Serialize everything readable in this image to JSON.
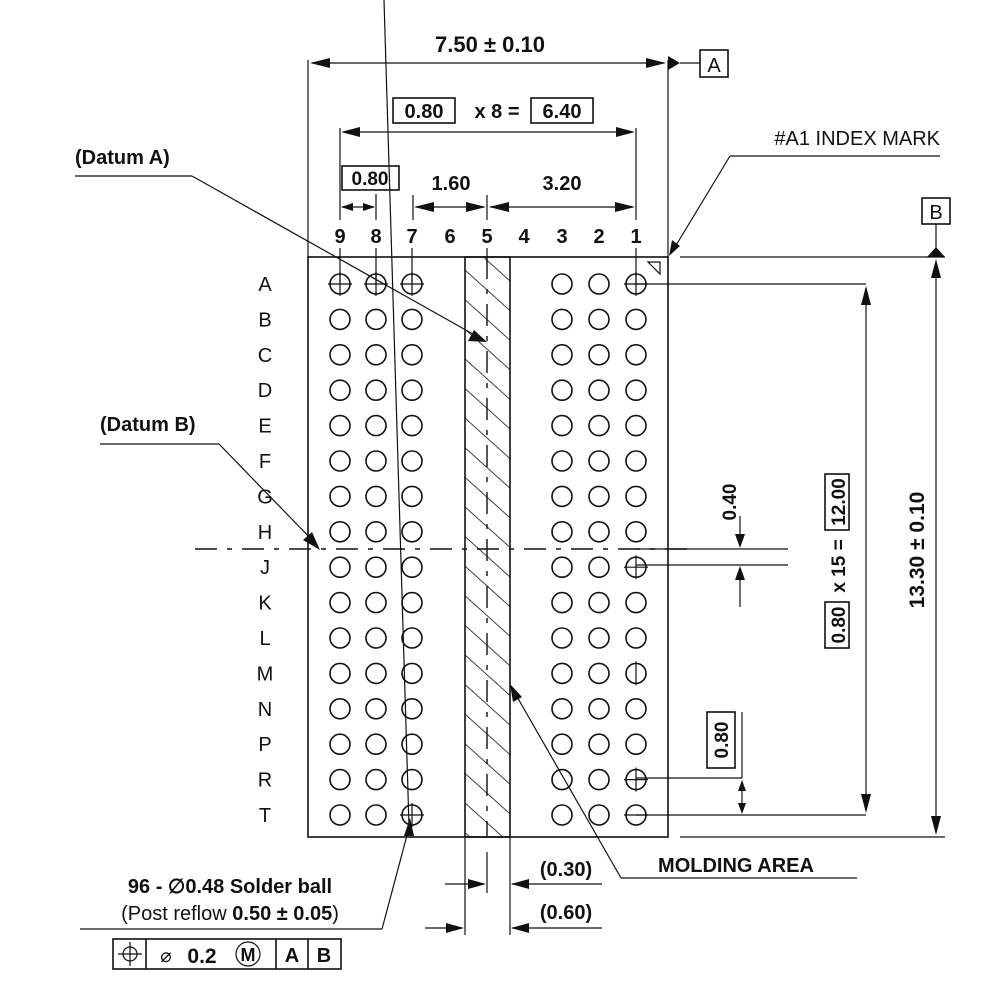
{
  "title": "96-ball FBGA package ball map (bottom view)",
  "colors": {
    "line": "#111111",
    "background": "#ffffff"
  },
  "columns": [
    "9",
    "8",
    "7",
    "6",
    "5",
    "4",
    "3",
    "2",
    "1"
  ],
  "rows": [
    "A",
    "B",
    "C",
    "D",
    "E",
    "F",
    "G",
    "H",
    "J",
    "K",
    "L",
    "M",
    "N",
    "P",
    "R",
    "T"
  ],
  "ball_columns": [
    "9",
    "8",
    "7",
    "3",
    "2",
    "1"
  ],
  "marked_balls": [
    {
      "row": "A",
      "col": "9",
      "mark": "cross"
    },
    {
      "row": "A",
      "col": "8",
      "mark": "cross"
    },
    {
      "row": "A",
      "col": "7",
      "mark": "cross"
    },
    {
      "row": "A",
      "col": "1",
      "mark": "cross"
    },
    {
      "row": "J",
      "col": "1",
      "mark": "cross"
    },
    {
      "row": "M",
      "col": "1",
      "mark": "vertical"
    },
    {
      "row": "R",
      "col": "1",
      "mark": "cross"
    },
    {
      "row": "T",
      "col": "1",
      "mark": "horizontal"
    },
    {
      "row": "T",
      "col": "7",
      "mark": "cross"
    }
  ],
  "dimensions": {
    "overall_width": "7.50 ± 0.10",
    "pitch_x_box": "0.80",
    "pitch_x_mult": "x 8 =",
    "pitch_x_total": "6.40",
    "pitch_small": "0.80",
    "gap_160": "1.60",
    "gap_320": "3.20",
    "overall_height": "13.30 ± 0.10",
    "pitch_y_box": "0.80",
    "pitch_y_mult": "x 15 =",
    "pitch_y_total": "12.00",
    "offset_040": "0.40",
    "pitch_y_small": "0.80",
    "molding_030": "(0.30)",
    "molding_060": "(0.60)"
  },
  "datums": {
    "a_box": "A",
    "b_box": "B",
    "datum_a_label": "(Datum A)",
    "datum_b_label": "(Datum B)"
  },
  "labels": {
    "index_mark": "#A1 INDEX MARK",
    "molding_area": "MOLDING AREA",
    "solder_ball": "96 - ∅0.48 Solder ball",
    "post_reflow_prefix": "(Post reflow ",
    "post_reflow_value": "0.50 ± 0.05",
    "post_reflow_suffix": ")"
  },
  "tolerance_frame": {
    "symbol": "position-icon",
    "diameter": "⌀",
    "value": "0.2",
    "modifier": "M",
    "datum_1": "A",
    "datum_2": "B"
  }
}
